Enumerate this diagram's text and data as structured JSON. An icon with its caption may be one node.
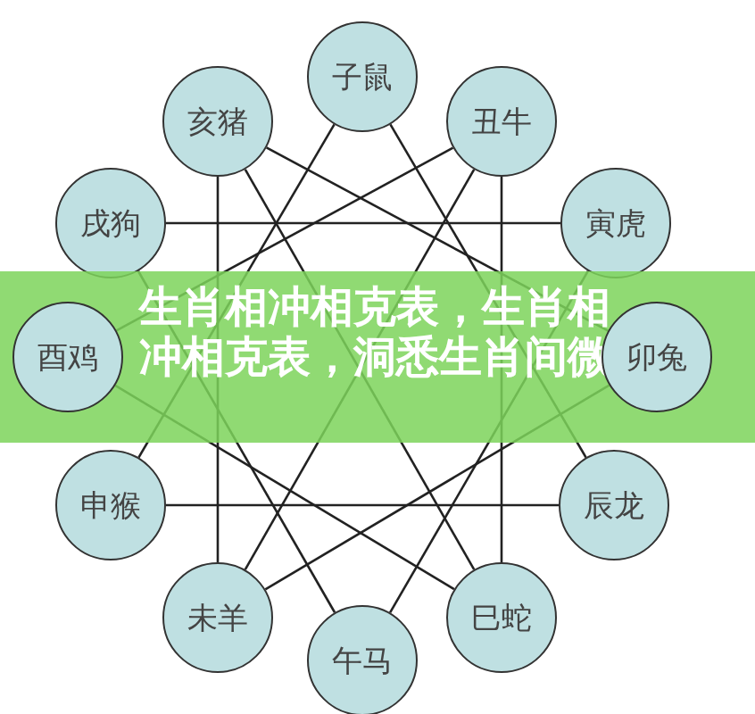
{
  "diagram": {
    "title": "生肖相冲相克表，生肖相冲相克表，洞悉生肖间微",
    "nodes": [
      {
        "text": [
          "子鼠"
        ]
      },
      {
        "text": [
          "丑牛"
        ]
      },
      {
        "text": [
          "寅虎"
        ]
      },
      {
        "text": [
          "卯兔"
        ]
      },
      {
        "text": [
          "辰龙"
        ]
      },
      {
        "text": [
          "巳蛇"
        ]
      },
      {
        "text": [
          "午马"
        ]
      },
      {
        "text": [
          "未羊"
        ]
      },
      {
        "text": [
          "申猴"
        ]
      },
      {
        "text": [
          "酉鸡"
        ]
      },
      {
        "text": [
          "戌狗"
        ]
      },
      {
        "text": [
          "亥猪"
        ]
      }
    ],
    "edges": [
      {
        "from": 8,
        "to": 0,
        "arrow": "none"
      },
      {
        "from": 0,
        "to": 4,
        "arrow": "none"
      },
      {
        "from": 8,
        "to": 4,
        "arrow": "none"
      },
      {
        "from": 10,
        "to": 2,
        "arrow": "none"
      },
      {
        "from": 2,
        "to": 6,
        "arrow": "none"
      },
      {
        "from": 10,
        "to": 6,
        "arrow": "none"
      },
      {
        "from": 11,
        "to": 7,
        "arrow": "none"
      },
      {
        "from": 11,
        "to": 3,
        "arrow": "none"
      },
      {
        "from": 3,
        "to": 7,
        "arrow": "none"
      },
      {
        "from": 1,
        "to": 5,
        "arrow": "none"
      },
      {
        "from": 9,
        "to": 5,
        "arrow": "none"
      },
      {
        "from": 9,
        "to": 1,
        "arrow": "none"
      },
      {
        "from": 11,
        "to": 5,
        "arrow": "none"
      },
      {
        "from": 1,
        "to": 7,
        "arrow": "none"
      }
    ]
  }
}
